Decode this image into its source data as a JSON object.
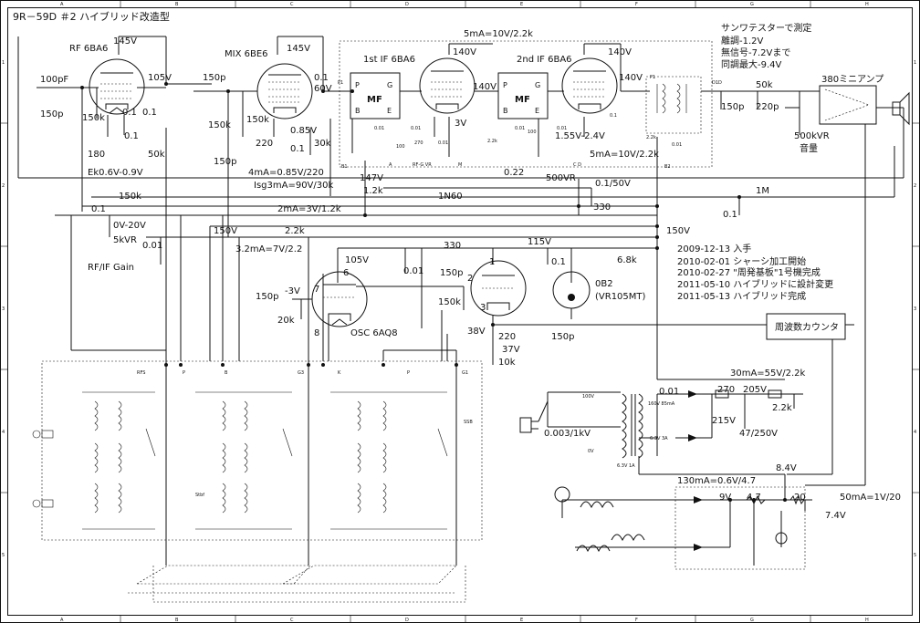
{
  "title": "9R－59D ＃2 ハイブリッド改造型",
  "sheet": {
    "cols": [
      "A",
      "B",
      "C",
      "D",
      "E",
      "F",
      "G",
      "H"
    ],
    "rows": [
      "1",
      "2",
      "3",
      "4",
      "5"
    ]
  },
  "notes": [
    "サンワテスターで測定",
    "離調-1.2V",
    "無信号-7.2Vまで",
    "同調最大-9.4V"
  ],
  "history": [
    "2009-12-13 入手",
    "2010-02-01 シャーシ加工開始",
    "2010-02-27 \"周発基板\"1号機完成",
    "2011-05-10 ハイブリッドに設計変更",
    "2011-05-13 ハイブリッド完成"
  ],
  "tubes": {
    "rf": "RF 6BA6",
    "mix": "MIX 6BE6",
    "if1": "1st IF 6BA6",
    "if2": "2nd IF 6BA6",
    "osc": "OSC 6AQ8",
    "vr": "0B2",
    "vr_sub": "(VR105MT)"
  },
  "blocks": {
    "amp": "380ミニアンプ",
    "counter": "周波数カウンタ",
    "mf": "MF",
    "mf_p": "P",
    "mf_g": "G",
    "mf_b": "B",
    "mf_e": "E"
  },
  "pin_labels": {
    "p2": "2",
    "p1": "1",
    "p3": "3",
    "p6": "6",
    "p7": "7",
    "p8": "8",
    "b1": "B1",
    "b2": "B2",
    "a": "A",
    "rfgvr": "RF-G VR",
    "m": "M",
    "cd": "C D",
    "p1b": "P1",
    "p1c": "P1",
    "d1d": "D1D"
  },
  "labels": {
    "v145a": "145V",
    "v105a": "105V",
    "c100pf": "100pF",
    "c150pa": "150p",
    "r150k": "150k",
    "c01a": "0.1",
    "c01b": "0.1",
    "r50ka": "50k",
    "r180": "180",
    "c01c": "0.1",
    "ek": "Ek0.6V-0.9V",
    "c150pb": "150p",
    "v145b": "145V",
    "c01d": "0.1",
    "v60": "60V",
    "r150kb": "150k",
    "r150kc": "150k",
    "r220": "220",
    "c01e": "0.1",
    "v085": "0.85V",
    "r30k": "30k",
    "c150pc": "150p",
    "i4ma": "4mA=0.85V/220",
    "isg": "Isg3mA=90V/30k",
    "v140a": "140V",
    "v3": "3V",
    "v140b": "140V",
    "v140c": "140V",
    "v155": "1.55V-2.4V",
    "i5ma": "5mA=10V/2.2k",
    "i5mab": "5mA=10V/2.2k",
    "v147": "147V",
    "r12k": "1.2k",
    "c022": "0.22",
    "vr500": "500VR",
    "c01_50": "0.1/50V",
    "in60": "1N60",
    "r330a": "330",
    "c2_2k": "2.2k",
    "c01f": "0.1",
    "c01g": "0.01",
    "r01h": "0.01",
    "c01i": "0.01",
    "r100": "100",
    "c01j": "0.01",
    "r270a": "270",
    "c01k": "0.01",
    "r2k2b": "2.2k",
    "c01l": "0.01",
    "c01m": "0.1",
    "c150pd": "150p",
    "c220p": "220p",
    "r50kb": "50k",
    "vr500k": "500kVR",
    "vol": "音量",
    "r1m": "1M",
    "c01n": "0.1",
    "r150kd": "150k",
    "c01o": "0.1",
    "i2ma": "2mA=3V/1.2k",
    "vr5k": "5kVR",
    "v0_20": "0V-20V",
    "rfgain": "RF/IF Gain",
    "c001p": "0.01",
    "v150a": "150V",
    "r2k2c": "2.2k",
    "i3ma": "3.2mA=7V/2.2",
    "v150b": "150V",
    "v105b": "105V",
    "r330b": "330",
    "v115": "115V",
    "r6k8": "6.8k",
    "c01q": "0.1",
    "c150pe": "150p",
    "c001q": "0.01",
    "c150pf": "150p",
    "r150ke": "150k",
    "vm3": "-3V",
    "c150pg": "150p",
    "r20k": "20k",
    "v38": "38V",
    "r220b": "220",
    "v37": "37V",
    "r10k": "10k",
    "c150ph": "150p",
    "i30ma": "30mA=55V/2.2k",
    "c001r": "0.01",
    "r270b": "270",
    "v205": "205V",
    "r2k2d": "2.2k",
    "v215": "215V",
    "c47": "47/250V",
    "c0003": "0.003/1kV",
    "t100": "100V",
    "t0v": "0V",
    "t160": "160V 85mA",
    "t6": "6.3V 3A",
    "t63": "6.3V 1A",
    "i130": "130mA=0.6V/4.7",
    "v9": "9V",
    "r47": "4.7",
    "r20": "20",
    "v84": "8.4V",
    "i50": "50mA=1V/20",
    "v74": "7.4V",
    "rfs": "RFS",
    "pp": "P",
    "bb": "B",
    "g3": "G3",
    "kk": "K",
    "pp2": "P",
    "g1": "G1",
    "ssb": "SSB",
    "stbf": "Stbf"
  }
}
